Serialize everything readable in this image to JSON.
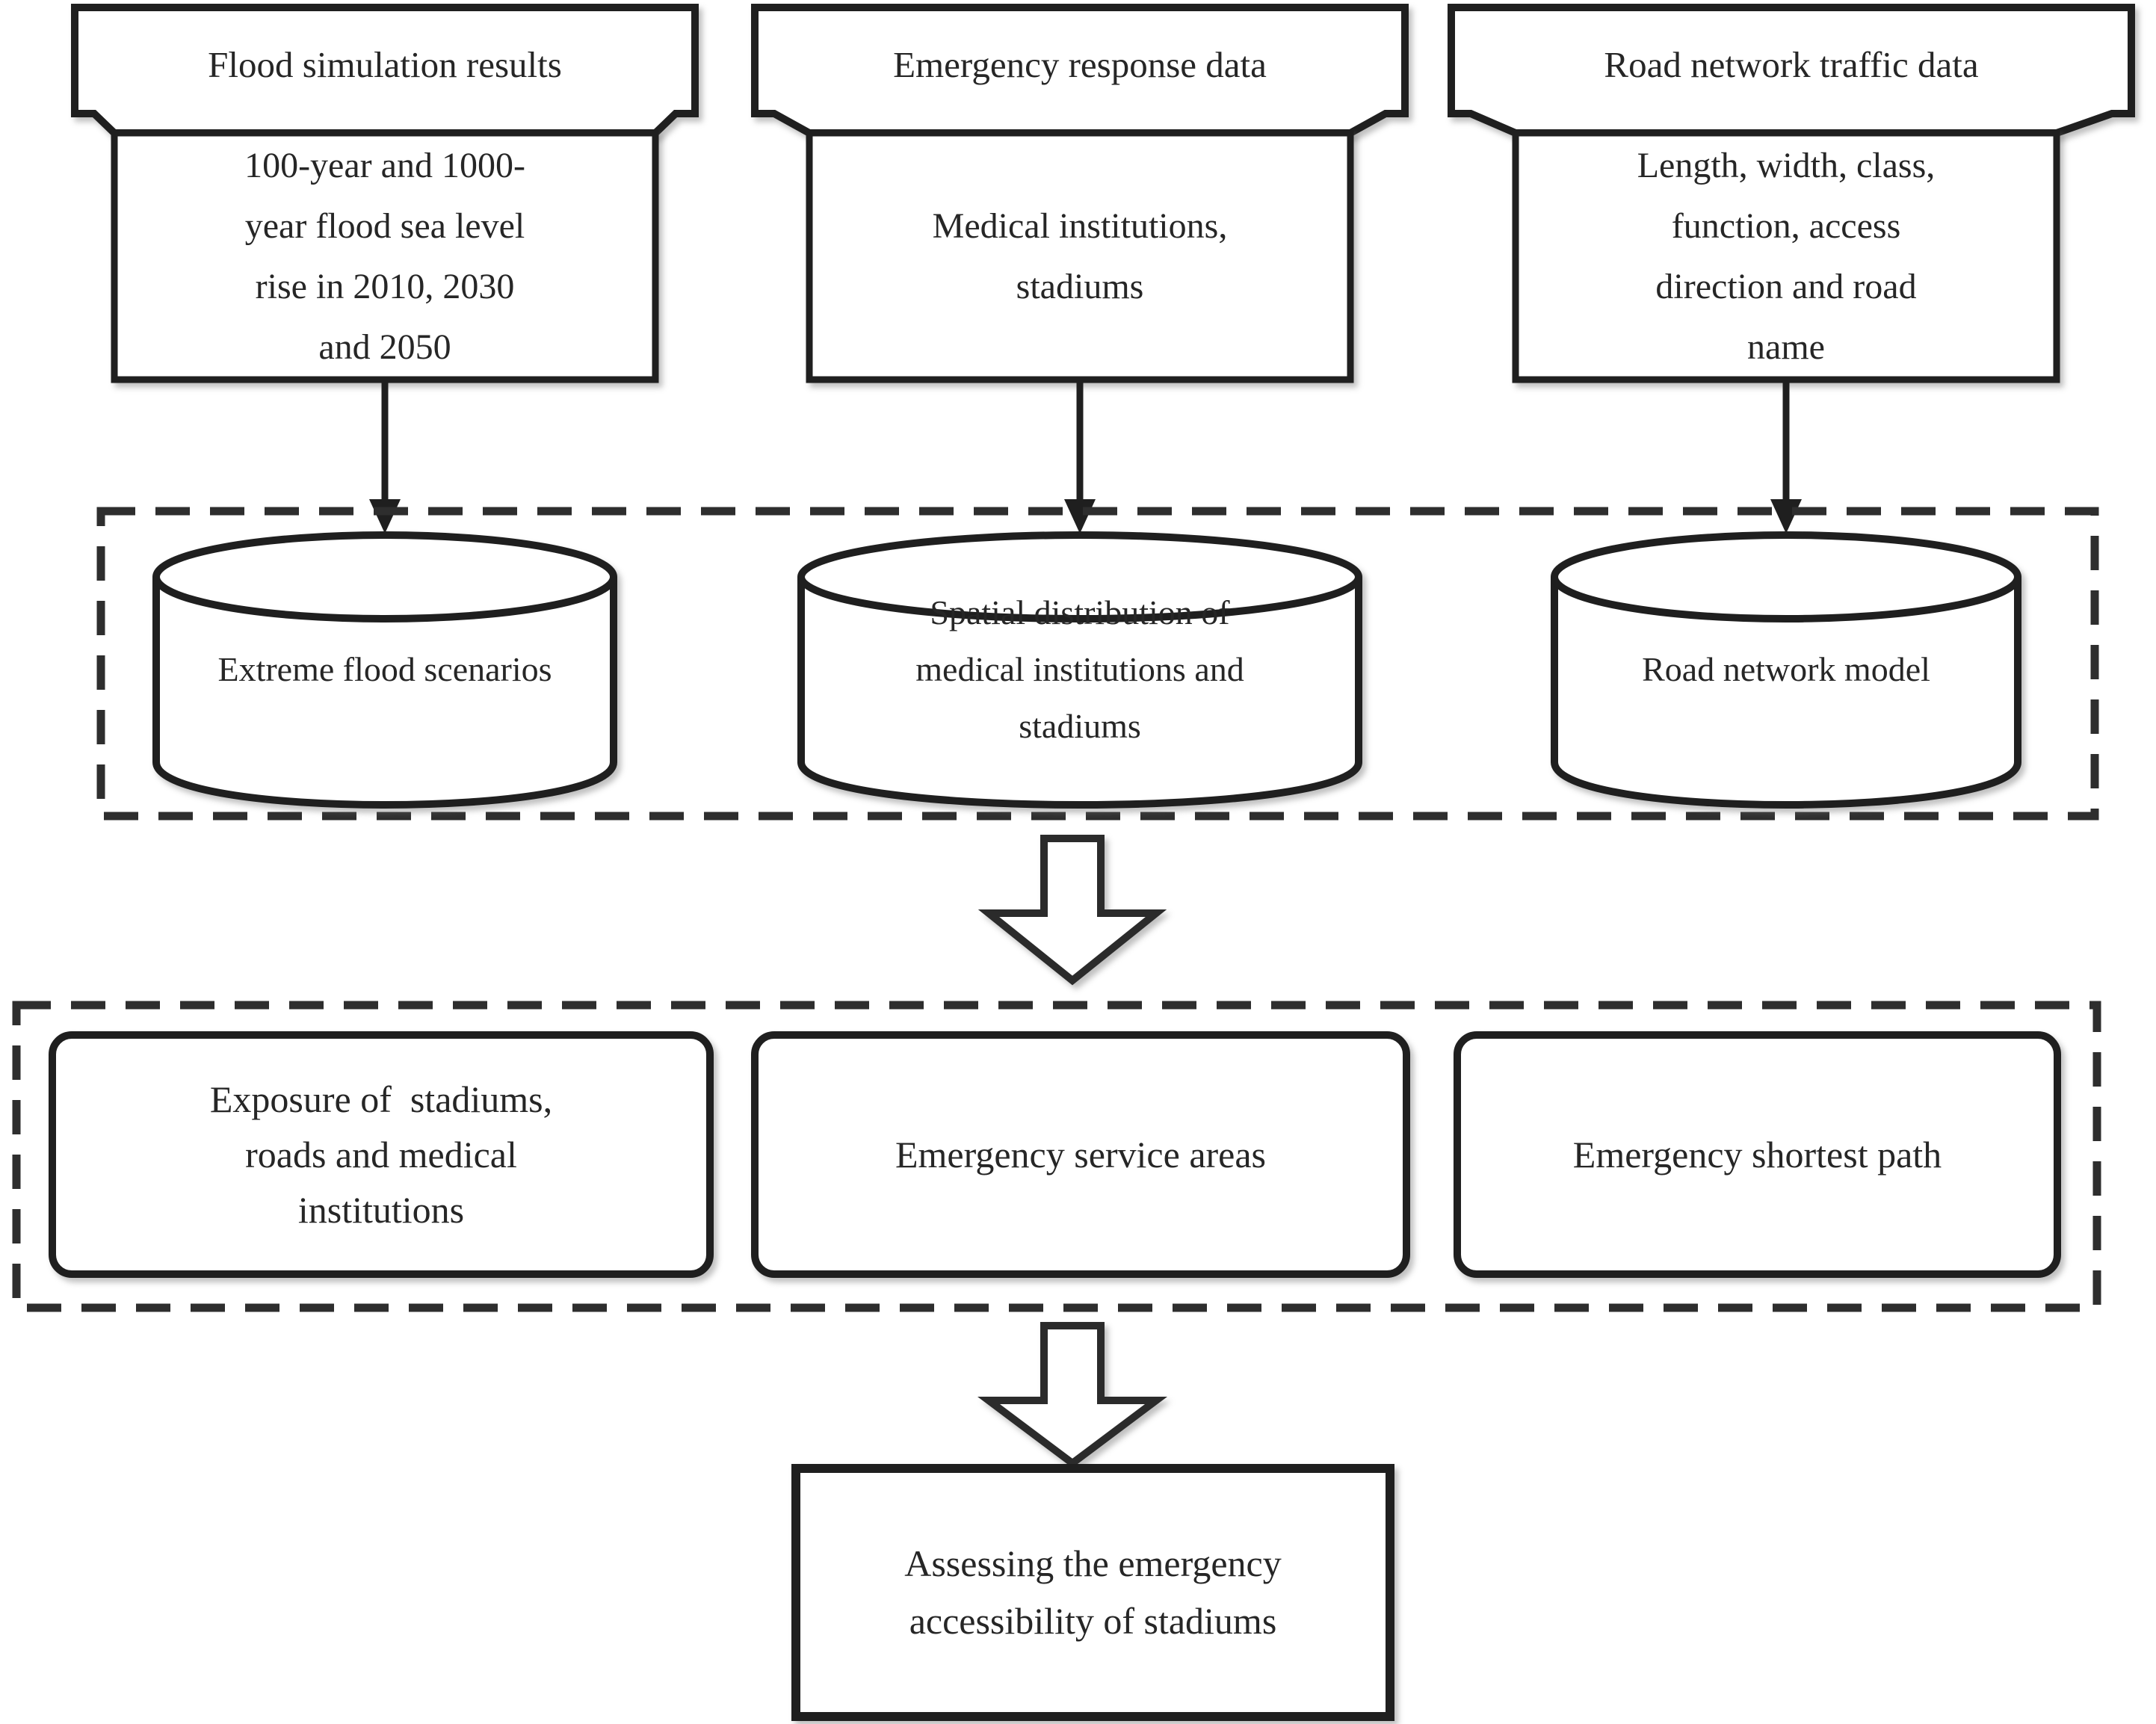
{
  "figure": {
    "background": "#ffffff",
    "stroke_color": "#1f1f1f",
    "dash_color": "#2e2e2e",
    "text_color": "#262626"
  },
  "sources": [
    {
      "banner": "Flood simulation results",
      "detail_lines": [
        "100-year and 1000-",
        "year flood sea level",
        "rise in 2010, 2030",
        "and 2050"
      ]
    },
    {
      "banner": "Emergency response data",
      "detail_lines": [
        "Medical institutions,",
        "stadiums"
      ]
    },
    {
      "banner": "Road network traffic data",
      "detail_lines": [
        "Length, width, class,",
        "function, access",
        "direction and road",
        "name"
      ]
    }
  ],
  "databases": [
    {
      "label_lines": [
        "Extreme flood scenarios"
      ]
    },
    {
      "label_lines": [
        "Spatial distribution of",
        "medical institutions and",
        "stadiums"
      ]
    },
    {
      "label_lines": [
        "Road network model"
      ]
    }
  ],
  "analysis": [
    {
      "label_lines": [
        "Exposure of  stadiums,",
        "roads and medical",
        "institutions"
      ]
    },
    {
      "label_lines": [
        "Emergency service areas"
      ]
    },
    {
      "label_lines": [
        "Emergency shortest path"
      ]
    }
  ],
  "result": {
    "label_lines": [
      "Assessing the emergency",
      "accessibility of stadiums"
    ]
  }
}
